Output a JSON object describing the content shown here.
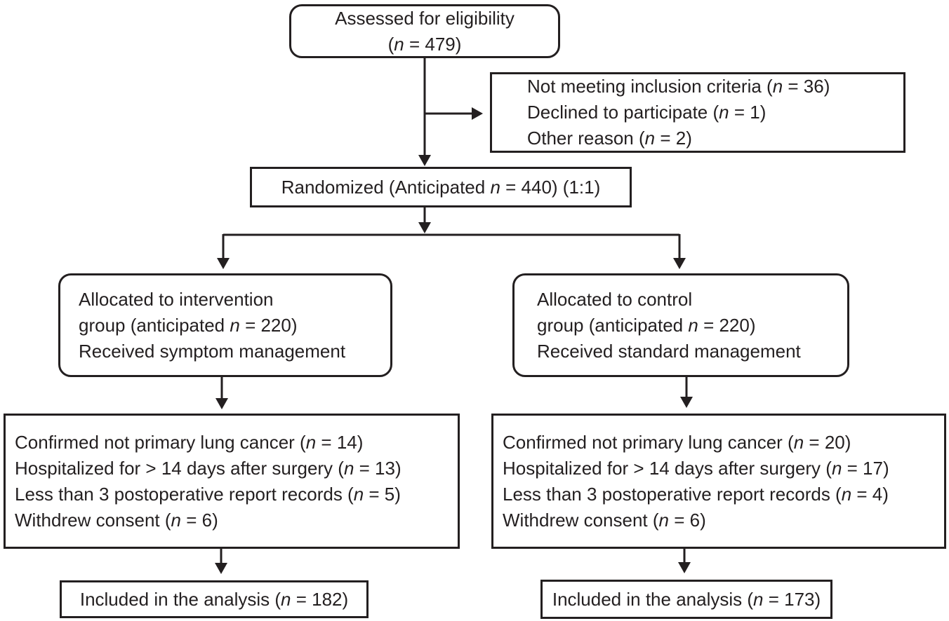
{
  "colors": {
    "line": "#231f20",
    "background": "#ffffff"
  },
  "boxes": {
    "assessed": {
      "lines": [
        "Assessed for eligibility",
        "(n = 479)"
      ]
    },
    "excluded_top": {
      "lines": [
        "Not meeting inclusion criteria (n = 36)",
        "Declined to participate (n = 1)",
        "Other reason (n = 2)"
      ]
    },
    "randomized": {
      "lines": [
        "Randomized (Anticipated n = 440) (1:1)"
      ]
    },
    "allocated_intervention": {
      "lines": [
        "Allocated to intervention",
        "group (anticipated n = 220)",
        "Received symptom management"
      ]
    },
    "allocated_control": {
      "lines": [
        "Allocated to control",
        "group (anticipated n = 220)",
        "Received standard management"
      ]
    },
    "excluded_intervention": {
      "lines": [
        "Confirmed not primary lung cancer (n = 14)",
        "Hospitalized for > 14 days after surgery (n = 13)",
        "Less than 3 postoperative report records (n = 5)",
        "Withdrew consent (n = 6)"
      ]
    },
    "excluded_control": {
      "lines": [
        "Confirmed not primary lung cancer (n = 20)",
        "Hospitalized for > 14 days after surgery (n = 17)",
        "Less than 3 postoperative report records (n = 4)",
        "Withdrew consent (n = 6)"
      ]
    },
    "analysis_intervention": {
      "lines": [
        "Included in the analysis (n = 182)"
      ]
    },
    "analysis_control": {
      "lines": [
        "Included in the analysis (n = 173)"
      ]
    }
  }
}
